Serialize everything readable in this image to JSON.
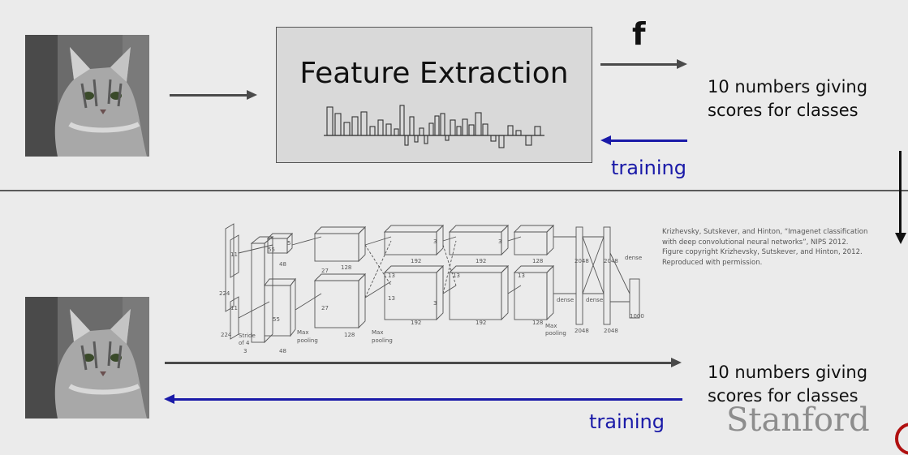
{
  "top": {
    "feature_title": "Feature Extraction",
    "f_label": "f",
    "scores_line1": "10 numbers giving",
    "scores_line2": "scores for classes",
    "training_label": "training"
  },
  "bottom": {
    "scores_line1": "10 numbers giving",
    "scores_line2": "scores for classes",
    "training_label": "training"
  },
  "citation": {
    "line1": "Krizhevsky, Sutskever, and Hinton, “Imagenet classification",
    "line2": "with deep convolutional neural networks”, NIPS 2012.",
    "line3": "Figure copyright Krizhevsky, Sutskever, and Hinton, 2012.",
    "line4": "Reproduced with permission."
  },
  "watermark": "Stanford",
  "cnn_labels": {
    "l224a": "224",
    "l224b": "224",
    "l11": "11",
    "l11b": "11",
    "stride": "Stride",
    "of4": "of 4",
    "n3": "3",
    "l55": "55",
    "l55b": "55",
    "l5": "5",
    "l48": "48",
    "l48b": "48",
    "l27": "27",
    "l27b": "27",
    "l128": "128",
    "l128b": "128",
    "l128c": "128",
    "l128d": "128",
    "l192": "192",
    "l192b": "192",
    "l192c": "192",
    "l192d": "192",
    "l13": "13",
    "l13b": "13",
    "l13c": "13",
    "l13d": "13",
    "l3": "3",
    "l3b": "3",
    "l3c": "3",
    "maxpool1": "Max",
    "maxpool1b": "pooling",
    "maxpool2": "Max",
    "maxpool2b": "pooling",
    "maxpool3": "Max",
    "maxpool3b": "pooling",
    "dense1": "dense",
    "dense2": "dense",
    "dense3": "dense",
    "n2048a": "2048",
    "n2048b": "2048",
    "n2048c": "2048",
    "n2048d": "2048",
    "n1000": "1000"
  },
  "colors": {
    "arrow_dark": "#4a4a4a",
    "arrow_blue": "#1a1aa8",
    "training_text": "#1a1aa8"
  },
  "icons": {
    "cat_image": "cat-photo",
    "histogram": "feature-histogram-icon"
  }
}
